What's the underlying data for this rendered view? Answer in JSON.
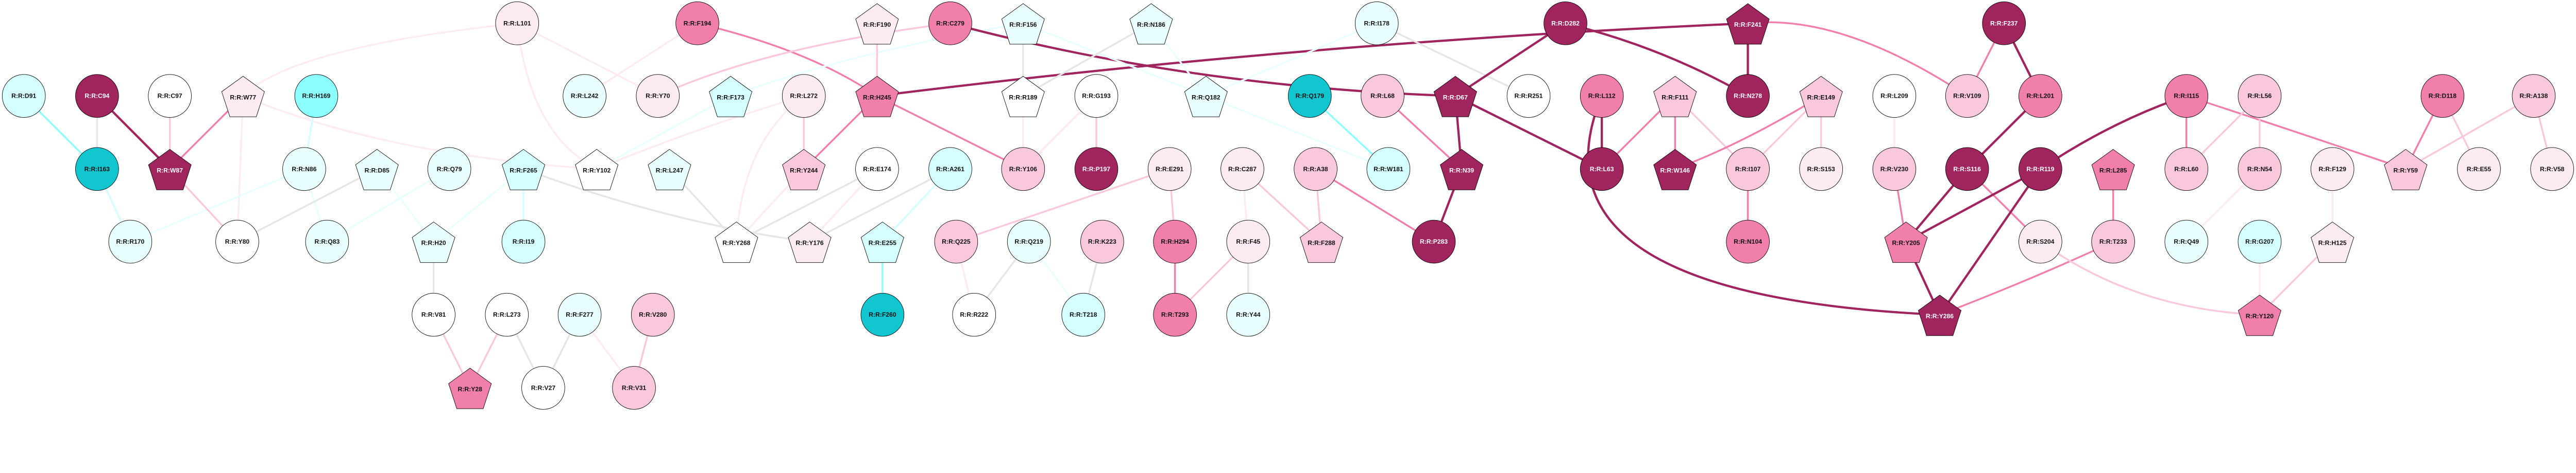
{
  "colors": {
    "dark": "#a0245e",
    "mid": "#f07fab",
    "light": "#f9c8dc",
    "pale": "#fcebf3",
    "white": "#ffffff",
    "gray": "#e6e6e6",
    "cyan_pale": "#e9fefe",
    "cyan_light": "#d5feff",
    "cyan": "#8cffff",
    "teal": "#12c6cf"
  },
  "nodes": [
    {
      "id": "R:R:D91",
      "shape": "circle",
      "fill": "cyan_light"
    },
    {
      "id": "R:R:C94",
      "shape": "circle",
      "fill": "dark"
    },
    {
      "id": "R:R:C97",
      "shape": "circle",
      "fill": "white"
    },
    {
      "id": "R:R:W77",
      "shape": "pentagon",
      "fill": "pale"
    },
    {
      "id": "R:R:H169",
      "shape": "circle",
      "fill": "cyan"
    },
    {
      "id": "R:R:I163",
      "shape": "circle",
      "fill": "teal"
    },
    {
      "id": "R:R:W87",
      "shape": "pentagon",
      "fill": "dark"
    },
    {
      "id": "R:R:N86",
      "shape": "circle",
      "fill": "cyan_pale"
    },
    {
      "id": "R:R:D85",
      "shape": "pentagon",
      "fill": "cyan_pale"
    },
    {
      "id": "R:R:Q79",
      "shape": "circle",
      "fill": "cyan_pale"
    },
    {
      "id": "R:R:R170",
      "shape": "circle",
      "fill": "cyan_pale"
    },
    {
      "id": "R:R:Y80",
      "shape": "circle",
      "fill": "white"
    },
    {
      "id": "R:R:Q83",
      "shape": "circle",
      "fill": "cyan_pale"
    },
    {
      "id": "R:R:H20",
      "shape": "pentagon",
      "fill": "cyan_pale"
    },
    {
      "id": "R:R:V81",
      "shape": "circle",
      "fill": "white"
    },
    {
      "id": "R:R:L101",
      "shape": "circle",
      "fill": "pale"
    },
    {
      "id": "R:R:F194",
      "shape": "circle",
      "fill": "mid"
    },
    {
      "id": "R:R:F190",
      "shape": "pentagon",
      "fill": "pale"
    },
    {
      "id": "R:R:L242",
      "shape": "circle",
      "fill": "cyan_pale"
    },
    {
      "id": "R:R:Y70",
      "shape": "circle",
      "fill": "pale"
    },
    {
      "id": "R:R:F173",
      "shape": "pentagon",
      "fill": "cyan_light"
    },
    {
      "id": "R:R:L272",
      "shape": "circle",
      "fill": "pale"
    },
    {
      "id": "R:R:H245",
      "shape": "pentagon",
      "fill": "mid"
    },
    {
      "id": "R:R:F265",
      "shape": "pentagon",
      "fill": "cyan_light"
    },
    {
      "id": "R:R:Y102",
      "shape": "pentagon",
      "fill": "white"
    },
    {
      "id": "R:R:L247",
      "shape": "pentagon",
      "fill": "cyan_pale"
    },
    {
      "id": "R:R:Y244",
      "shape": "pentagon",
      "fill": "light"
    },
    {
      "id": "R:R:E174",
      "shape": "circle",
      "fill": "white"
    },
    {
      "id": "R:R:I19",
      "shape": "circle",
      "fill": "cyan_light"
    },
    {
      "id": "R:R:Y268",
      "shape": "pentagon",
      "fill": "white"
    },
    {
      "id": "R:R:Y176",
      "shape": "pentagon",
      "fill": "pale"
    },
    {
      "id": "R:R:E255",
      "shape": "pentagon",
      "fill": "cyan_light"
    },
    {
      "id": "R:R:L273",
      "shape": "circle",
      "fill": "white"
    },
    {
      "id": "R:R:F277",
      "shape": "circle",
      "fill": "cyan_pale"
    },
    {
      "id": "R:R:V280",
      "shape": "circle",
      "fill": "light"
    },
    {
      "id": "R:R:F260",
      "shape": "circle",
      "fill": "teal"
    },
    {
      "id": "R:R:Y28",
      "shape": "pentagon",
      "fill": "mid"
    },
    {
      "id": "R:R:V27",
      "shape": "circle",
      "fill": "white"
    },
    {
      "id": "R:R:V31",
      "shape": "circle",
      "fill": "light"
    },
    {
      "id": "R:R:C279",
      "shape": "circle",
      "fill": "mid"
    },
    {
      "id": "R:R:F156",
      "shape": "pentagon",
      "fill": "cyan_pale"
    },
    {
      "id": "R:R:N186",
      "shape": "pentagon",
      "fill": "cyan_pale"
    },
    {
      "id": "R:R:R189",
      "shape": "pentagon",
      "fill": "white"
    },
    {
      "id": "R:R:G193",
      "shape": "circle",
      "fill": "white"
    },
    {
      "id": "R:R:Q182",
      "shape": "pentagon",
      "fill": "cyan_pale"
    },
    {
      "id": "R:R:Q179",
      "shape": "circle",
      "fill": "teal"
    },
    {
      "id": "R:R:A261",
      "shape": "circle",
      "fill": "cyan_light"
    },
    {
      "id": "R:R:Y106",
      "shape": "circle",
      "fill": "light"
    },
    {
      "id": "R:R:P197",
      "shape": "circle",
      "fill": "dark"
    },
    {
      "id": "R:R:E291",
      "shape": "circle",
      "fill": "pale"
    },
    {
      "id": "R:R:C287",
      "shape": "circle",
      "fill": "pale"
    },
    {
      "id": "R:R:A38",
      "shape": "circle",
      "fill": "light"
    },
    {
      "id": "R:R:Q225",
      "shape": "circle",
      "fill": "light"
    },
    {
      "id": "R:R:Q219",
      "shape": "circle",
      "fill": "cyan_pale"
    },
    {
      "id": "R:R:K223",
      "shape": "circle",
      "fill": "light"
    },
    {
      "id": "R:R:H294",
      "shape": "circle",
      "fill": "mid"
    },
    {
      "id": "R:R:F45",
      "shape": "circle",
      "fill": "pale"
    },
    {
      "id": "R:R:F288",
      "shape": "pentagon",
      "fill": "light"
    },
    {
      "id": "R:R:R222",
      "shape": "circle",
      "fill": "white"
    },
    {
      "id": "R:R:T218",
      "shape": "circle",
      "fill": "cyan_light"
    },
    {
      "id": "R:R:T293",
      "shape": "circle",
      "fill": "mid"
    },
    {
      "id": "R:R:Y44",
      "shape": "circle",
      "fill": "cyan_pale"
    },
    {
      "id": "R:R:I178",
      "shape": "circle",
      "fill": "cyan_pale"
    },
    {
      "id": "R:R:D282",
      "shape": "circle",
      "fill": "dark"
    },
    {
      "id": "R:R:F241",
      "shape": "pentagon",
      "fill": "dark"
    },
    {
      "id": "R:R:L68",
      "shape": "circle",
      "fill": "light"
    },
    {
      "id": "R:R:D67",
      "shape": "pentagon",
      "fill": "dark"
    },
    {
      "id": "R:R:R251",
      "shape": "circle",
      "fill": "white"
    },
    {
      "id": "R:R:L112",
      "shape": "circle",
      "fill": "mid"
    },
    {
      "id": "R:R:F111",
      "shape": "pentagon",
      "fill": "light"
    },
    {
      "id": "R:R:N278",
      "shape": "circle",
      "fill": "dark"
    },
    {
      "id": "R:R:W181",
      "shape": "circle",
      "fill": "cyan_light"
    },
    {
      "id": "R:R:N39",
      "shape": "pentagon",
      "fill": "dark"
    },
    {
      "id": "R:R:L63",
      "shape": "circle",
      "fill": "dark"
    },
    {
      "id": "R:R:W146",
      "shape": "pentagon",
      "fill": "dark"
    },
    {
      "id": "R:R:I107",
      "shape": "circle",
      "fill": "light"
    },
    {
      "id": "R:R:P283",
      "shape": "circle",
      "fill": "dark"
    },
    {
      "id": "R:R:N104",
      "shape": "circle",
      "fill": "mid"
    },
    {
      "id": "R:R:F237",
      "shape": "circle",
      "fill": "dark"
    },
    {
      "id": "R:R:E149",
      "shape": "pentagon",
      "fill": "light"
    },
    {
      "id": "R:R:L209",
      "shape": "circle",
      "fill": "white"
    },
    {
      "id": "R:R:V109",
      "shape": "circle",
      "fill": "light"
    },
    {
      "id": "R:R:L201",
      "shape": "circle",
      "fill": "mid"
    },
    {
      "id": "R:R:I115",
      "shape": "circle",
      "fill": "mid"
    },
    {
      "id": "R:R:S153",
      "shape": "circle",
      "fill": "pale"
    },
    {
      "id": "R:R:V230",
      "shape": "circle",
      "fill": "light"
    },
    {
      "id": "R:R:S116",
      "shape": "circle",
      "fill": "dark"
    },
    {
      "id": "R:R:R119",
      "shape": "circle",
      "fill": "dark"
    },
    {
      "id": "R:R:L285",
      "shape": "pentagon",
      "fill": "mid"
    },
    {
      "id": "R:R:L60",
      "shape": "circle",
      "fill": "light"
    },
    {
      "id": "R:R:Y205",
      "shape": "pentagon",
      "fill": "mid"
    },
    {
      "id": "R:R:S204",
      "shape": "circle",
      "fill": "pale"
    },
    {
      "id": "R:R:T233",
      "shape": "circle",
      "fill": "light"
    },
    {
      "id": "R:R:Q49",
      "shape": "circle",
      "fill": "cyan_pale"
    },
    {
      "id": "R:R:Y286",
      "shape": "pentagon",
      "fill": "dark"
    },
    {
      "id": "R:R:L56",
      "shape": "circle",
      "fill": "light"
    },
    {
      "id": "R:R:D118",
      "shape": "circle",
      "fill": "mid"
    },
    {
      "id": "R:R:A138",
      "shape": "circle",
      "fill": "light"
    },
    {
      "id": "R:R:N54",
      "shape": "circle",
      "fill": "light"
    },
    {
      "id": "R:R:F129",
      "shape": "circle",
      "fill": "pale"
    },
    {
      "id": "R:R:Y59",
      "shape": "pentagon",
      "fill": "light"
    },
    {
      "id": "R:R:E55",
      "shape": "circle",
      "fill": "pale"
    },
    {
      "id": "R:R:V58",
      "shape": "circle",
      "fill": "pale"
    },
    {
      "id": "R:R:G207",
      "shape": "circle",
      "fill": "cyan_light"
    },
    {
      "id": "R:R:H125",
      "shape": "pentagon",
      "fill": "pale"
    },
    {
      "id": "R:R:Y120",
      "shape": "pentagon",
      "fill": "mid"
    }
  ],
  "edges": [
    [
      "R:R:D91",
      "R:R:I163",
      "cyan"
    ],
    [
      "R:R:C94",
      "R:R:I163",
      "gray"
    ],
    [
      "R:R:C94",
      "R:R:W87",
      "dark"
    ],
    [
      "R:R:C97",
      "R:R:W87",
      "light"
    ],
    [
      "R:R:W77",
      "R:R:W87",
      "mid"
    ],
    [
      "R:R:W77",
      "R:R:Y80",
      "pale"
    ],
    [
      "R:R:W77",
      "R:R:L101",
      "pale"
    ],
    [
      "R:R:W77",
      "R:R:Y102",
      "pale"
    ],
    [
      "R:R:H169",
      "R:R:N86",
      "cyan_light"
    ],
    [
      "R:R:I163",
      "R:R:R170",
      "cyan_light"
    ],
    [
      "R:R:N86",
      "R:R:R170",
      "cyan_pale"
    ],
    [
      "R:R:N86",
      "R:R:Q83",
      "cyan_pale"
    ],
    [
      "R:R:W87",
      "R:R:Y80",
      "light"
    ],
    [
      "R:R:D85",
      "R:R:Y80",
      "gray"
    ],
    [
      "R:R:D85",
      "R:R:H20",
      "cyan_pale"
    ],
    [
      "R:R:Q79",
      "R:R:Q83",
      "cyan_pale"
    ],
    [
      "R:R:F265",
      "R:R:H20",
      "cyan_pale"
    ],
    [
      "R:R:H20",
      "R:R:V81",
      "gray"
    ],
    [
      "R:R:F265",
      "R:R:I19",
      "cyan_light"
    ],
    [
      "R:R:V81",
      "R:R:Y28",
      "light"
    ],
    [
      "R:R:L273",
      "R:R:Y28",
      "light"
    ],
    [
      "R:R:L273",
      "R:R:V27",
      "gray"
    ],
    [
      "R:R:F277",
      "R:R:V27",
      "gray"
    ],
    [
      "R:R:F277",
      "R:R:V31",
      "pale"
    ],
    [
      "R:R:V280",
      "R:R:V31",
      "light"
    ],
    [
      "R:R:L101",
      "R:R:Y70",
      "pale"
    ],
    [
      "R:R:L101",
      "R:R:Y102",
      "pale"
    ],
    [
      "R:R:F194",
      "R:R:L242",
      "pale"
    ],
    [
      "R:R:F194",
      "R:R:H245",
      "mid"
    ],
    [
      "R:R:Y70",
      "R:R:C279",
      "light"
    ],
    [
      "R:R:Y102",
      "R:R:F173",
      "cyan_pale"
    ],
    [
      "R:R:F173",
      "R:R:F156",
      "cyan_pale"
    ],
    [
      "R:R:L272",
      "R:R:Y102",
      "pale"
    ],
    [
      "R:R:L272",
      "R:R:Y244",
      "light"
    ],
    [
      "R:R:L272",
      "R:R:Y268",
      "pale"
    ],
    [
      "R:R:H245",
      "R:R:Y244",
      "mid"
    ],
    [
      "R:R:F190",
      "R:R:H245",
      "light"
    ],
    [
      "R:R:H245",
      "R:R:Y106",
      "mid"
    ],
    [
      "R:R:H245",
      "R:R:F241",
      "dark"
    ],
    [
      "R:R:F265",
      "R:R:Y176",
      "gray"
    ],
    [
      "R:R:L247",
      "R:R:Y268",
      "gray"
    ],
    [
      "R:R:Y244",
      "R:R:Y268",
      "pale"
    ],
    [
      "R:R:E174",
      "R:R:Y268",
      "gray"
    ],
    [
      "R:R:E174",
      "R:R:Y176",
      "pale"
    ],
    [
      "R:R:A261",
      "R:R:Y176",
      "gray"
    ],
    [
      "R:R:A261",
      "R:R:E255",
      "cyan_light"
    ],
    [
      "R:R:E255",
      "R:R:F260",
      "cyan"
    ],
    [
      "R:R:C279",
      "R:R:D67",
      "dark"
    ],
    [
      "R:R:F156",
      "R:R:R189",
      "gray"
    ],
    [
      "R:R:F156",
      "R:R:Q182",
      "cyan_pale"
    ],
    [
      "R:R:N186",
      "R:R:R189",
      "gray"
    ],
    [
      "R:R:N186",
      "R:R:Q182",
      "cyan_pale"
    ],
    [
      "R:R:R189",
      "R:R:Y106",
      "pale"
    ],
    [
      "R:R:G193",
      "R:R:Y106",
      "pale"
    ],
    [
      "R:R:G193",
      "R:R:P197",
      "light"
    ],
    [
      "R:R:Q182",
      "R:R:I178",
      "cyan_pale"
    ],
    [
      "R:R:Q182",
      "R:R:W181",
      "cyan_pale"
    ],
    [
      "R:R:Q179",
      "R:R:W181",
      "cyan"
    ],
    [
      "R:R:E291",
      "R:R:Q225",
      "light"
    ],
    [
      "R:R:E291",
      "R:R:H294",
      "light"
    ],
    [
      "R:R:C287",
      "R:R:F45",
      "pale"
    ],
    [
      "R:R:C287",
      "R:R:F288",
      "light"
    ],
    [
      "R:R:A38",
      "R:R:F288",
      "light"
    ],
    [
      "R:R:A38",
      "R:R:P283",
      "mid"
    ],
    [
      "R:R:Q225",
      "R:R:R222",
      "pale"
    ],
    [
      "R:R:Q219",
      "R:R:R222",
      "gray"
    ],
    [
      "R:R:Q219",
      "R:R:T218",
      "cyan_pale"
    ],
    [
      "R:R:K223",
      "R:R:T218",
      "gray"
    ],
    [
      "R:R:H294",
      "R:R:T293",
      "mid"
    ],
    [
      "R:R:F45",
      "R:R:T293",
      "light"
    ],
    [
      "R:R:F45",
      "R:R:Y44",
      "gray"
    ],
    [
      "R:R:I178",
      "R:R:R251",
      "gray"
    ],
    [
      "R:R:D282",
      "R:R:D67",
      "dark"
    ],
    [
      "R:R:D282",
      "R:R:N278",
      "dark"
    ],
    [
      "R:R:F241",
      "R:R:N278",
      "dark"
    ],
    [
      "R:R:F241",
      "R:R:V109",
      "mid"
    ],
    [
      "R:R:L68",
      "R:R:N39",
      "mid"
    ],
    [
      "R:R:D67",
      "R:R:N39",
      "dark"
    ],
    [
      "R:R:D67",
      "R:R:L63",
      "dark"
    ],
    [
      "R:R:N39",
      "R:R:P283",
      "dark"
    ],
    [
      "R:R:L112",
      "R:R:L63",
      "dark"
    ],
    [
      "R:R:L112",
      "R:R:Y286",
      "dark"
    ],
    [
      "R:R:F111",
      "R:R:L63",
      "mid"
    ],
    [
      "R:R:F111",
      "R:R:W146",
      "mid"
    ],
    [
      "R:R:F111",
      "R:R:I107",
      "light"
    ],
    [
      "R:R:W146",
      "R:R:E149",
      "mid"
    ],
    [
      "R:R:E149",
      "R:R:I107",
      "light"
    ],
    [
      "R:R:E149",
      "R:R:S153",
      "light"
    ],
    [
      "R:R:I107",
      "R:R:N104",
      "mid"
    ],
    [
      "R:R:F237",
      "R:R:V109",
      "mid"
    ],
    [
      "R:R:F237",
      "R:R:L201",
      "dark"
    ],
    [
      "R:R:L209",
      "R:R:V230",
      "pale"
    ],
    [
      "R:R:L201",
      "R:R:S116",
      "dark"
    ],
    [
      "R:R:S116",
      "R:R:Y205",
      "dark"
    ],
    [
      "R:R:S116",
      "R:R:S204",
      "mid"
    ],
    [
      "R:R:R119",
      "R:R:Y205",
      "dark"
    ],
    [
      "R:R:R119",
      "R:R:Y286",
      "dark"
    ],
    [
      "R:R:R119",
      "R:R:I115",
      "dark"
    ],
    [
      "R:R:V230",
      "R:R:Y205",
      "mid"
    ],
    [
      "R:R:Y205",
      "R:R:Y286",
      "dark"
    ],
    [
      "R:R:L285",
      "R:R:T233",
      "mid"
    ],
    [
      "R:R:T233",
      "R:R:Y286",
      "mid"
    ],
    [
      "R:R:S204",
      "R:R:Y120",
      "light"
    ],
    [
      "R:R:I115",
      "R:R:L60",
      "mid"
    ],
    [
      "R:R:I115",
      "R:R:Y59",
      "mid"
    ],
    [
      "R:R:L56",
      "R:R:L60",
      "light"
    ],
    [
      "R:R:L56",
      "R:R:N54",
      "light"
    ],
    [
      "R:R:N54",
      "R:R:Q49",
      "pale"
    ],
    [
      "R:R:D118",
      "R:R:Y59",
      "mid"
    ],
    [
      "R:R:D118",
      "R:R:E55",
      "light"
    ],
    [
      "R:R:A138",
      "R:R:Y59",
      "light"
    ],
    [
      "R:R:A138",
      "R:R:V58",
      "light"
    ],
    [
      "R:R:F129",
      "R:R:H125",
      "pale"
    ],
    [
      "R:R:G207",
      "R:R:Y120",
      "pale"
    ],
    [
      "R:R:H125",
      "R:R:Y120",
      "light"
    ]
  ]
}
